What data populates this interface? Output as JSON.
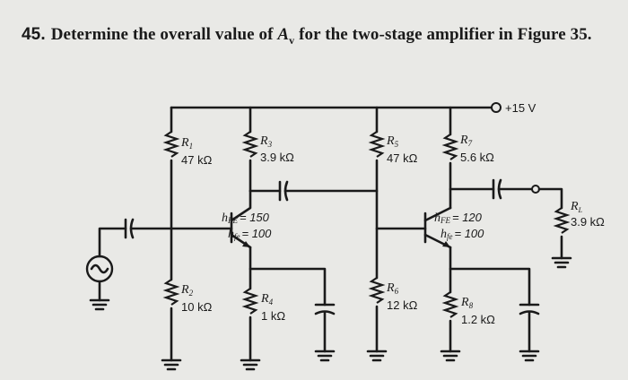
{
  "problem": {
    "number": "45.",
    "text_before": "Determine the overall value of ",
    "symbol": "A",
    "subscript": "v",
    "text_after": " for the two-stage amplifier in Figure 35."
  },
  "circuit": {
    "supply": "+15 V",
    "resistors": {
      "r1": {
        "name": "R",
        "sub": "1",
        "value": "47 kΩ"
      },
      "r2": {
        "name": "R",
        "sub": "2",
        "value": "10 kΩ"
      },
      "r3": {
        "name": "R",
        "sub": "3",
        "value": "3.9 kΩ"
      },
      "r4": {
        "name": "R",
        "sub": "4",
        "value": "1 kΩ"
      },
      "r5": {
        "name": "R",
        "sub": "5",
        "value": "47 kΩ"
      },
      "r6": {
        "name": "R",
        "sub": "6",
        "value": "12 kΩ"
      },
      "r7": {
        "name": "R",
        "sub": "7",
        "value": "5.6 kΩ"
      },
      "r8": {
        "name": "R",
        "sub": "8",
        "value": "1.2 kΩ"
      },
      "rl": {
        "name": "R",
        "sub": "L",
        "value": "3.9 kΩ"
      }
    },
    "q1": {
      "hfe_label": "h",
      "hfe_sub": "FE",
      "hfe_value": "= 150",
      "hie_label": "h",
      "hie_sub": "fe",
      "hie_value": "= 100"
    },
    "q2": {
      "hfe_label": "h",
      "hfe_sub": "FE",
      "hfe_value": "= 120",
      "hie_label": "h",
      "hie_sub": "fe",
      "hie_value": "= 100"
    }
  }
}
